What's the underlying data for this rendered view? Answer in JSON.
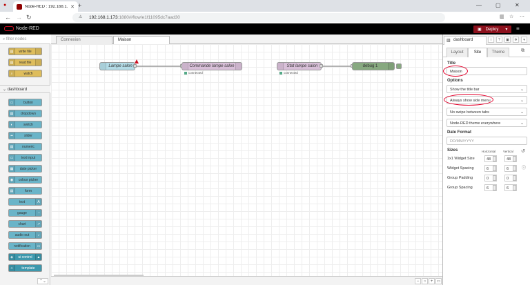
{
  "browser": {
    "tab_title": "Node-RED : 192.168.1.173",
    "url_host": "192.168.1.173",
    "url_rest": ":1880/#flow/e1f11095dc7aad30"
  },
  "header": {
    "app_name": "Node-RED",
    "deploy_label": "Deploy"
  },
  "palette": {
    "filter_placeholder": "filter nodes",
    "storage_nodes": [
      "write file",
      "read file",
      "watch"
    ],
    "dashboard_header": "dashboard",
    "dashboard_nodes": [
      "button",
      "dropdown",
      "switch",
      "slider",
      "numeric",
      "text input",
      "date picker",
      "colour picker",
      "form",
      "text",
      "gauge",
      "chart",
      "audio out",
      "notification",
      "ui control",
      "template"
    ]
  },
  "workspace": {
    "tabs": [
      "Connexion",
      "Maison"
    ],
    "active_tab": "Maison",
    "nodes": [
      {
        "label": "Lampe salon"
      },
      {
        "label": "Commande lampe salon",
        "status": "connected"
      },
      {
        "label": "Stat lampe salon",
        "status": "connected"
      },
      {
        "label": "debug 1"
      }
    ]
  },
  "sidebar": {
    "panel_title": "dashboard",
    "tabs": [
      "Layout",
      "Site",
      "Theme"
    ],
    "active_tab": "Site",
    "title_label": "Title",
    "title_value": "Maison",
    "options_label": "Options",
    "options": [
      "Show the title bar",
      "Always show side menu",
      "No swipe between tabs",
      "Node-RED theme everywhere"
    ],
    "date_format_label": "Date Format",
    "date_format_placeholder": "DD/MM/YYYY",
    "sizes_label": "Sizes",
    "horizontal_label": "Horizontal",
    "vertical_label": "Vertical",
    "sizes": [
      {
        "label": "1x1 Widget Size",
        "h": "48",
        "v": "48"
      },
      {
        "label": "Widget Spacing",
        "h": "6",
        "v": "6"
      },
      {
        "label": "Group Padding",
        "h": "0",
        "v": "0"
      },
      {
        "label": "Group Spacing",
        "h": "6",
        "v": "6"
      }
    ]
  },
  "colors": {
    "header_bg": "#000000",
    "deploy_bg": "#8c101c",
    "storage_node": "#debd5c",
    "dashboard_node": "#6ab4c8",
    "highlight_circle": "#e4002b"
  }
}
